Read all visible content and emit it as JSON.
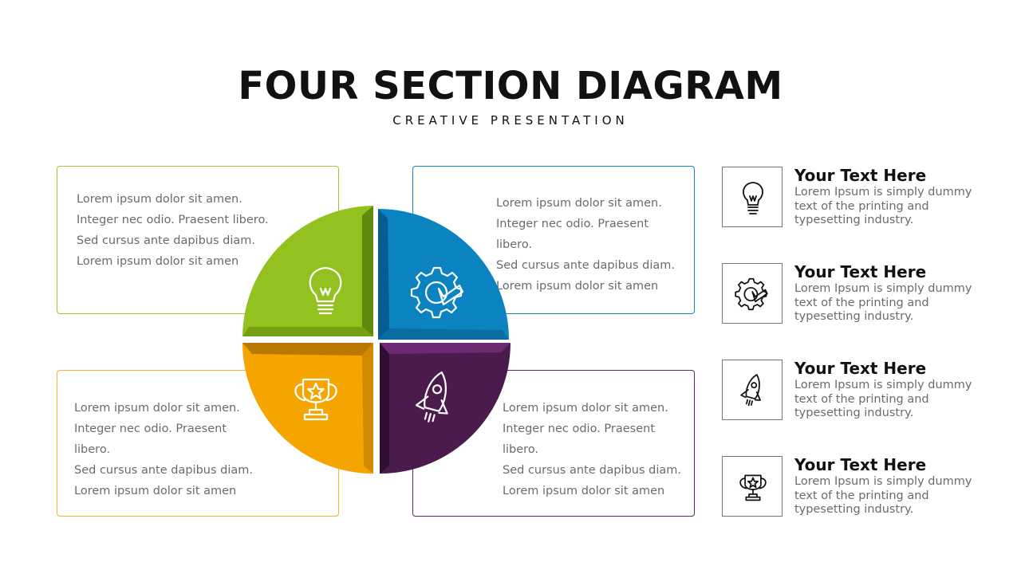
{
  "title": "FOUR SECTION DIAGRAM",
  "subtitle": "CREATIVE PRESENTATION",
  "colors": {
    "green": "#93c11f",
    "blue": "#0a83c0",
    "orange": "#f6a500",
    "purple": "#4b1b4e"
  },
  "sections": [
    {
      "color": "green",
      "icon": "lightbulb-icon",
      "lines": [
        "Lorem ipsum dolor sit amen.",
        "Integer nec odio. Praesent libero.",
        "Sed cursus ante dapibus diam.",
        "Lorem ipsum dolor sit amen"
      ]
    },
    {
      "color": "blue",
      "icon": "gear-icon",
      "lines": [
        "Lorem ipsum dolor sit amen.",
        "Integer nec odio. Praesent",
        "libero.",
        "Sed cursus ante dapibus diam.",
        "Lorem ipsum dolor sit amen"
      ]
    },
    {
      "color": "orange",
      "icon": "trophy-icon",
      "lines": [
        "Lorem ipsum dolor sit amen.",
        "Integer nec odio. Praesent",
        "libero.",
        "Sed cursus ante dapibus diam.",
        "Lorem ipsum dolor sit amen"
      ]
    },
    {
      "color": "purple",
      "icon": "rocket-icon",
      "lines": [
        "Lorem ipsum dolor sit amen.",
        "Integer nec odio. Praesent",
        "libero.",
        "Sed cursus ante dapibus diam.",
        "Lorem ipsum dolor sit amen"
      ]
    }
  ],
  "sidebar": [
    {
      "icon": "lightbulb-icon",
      "heading": "Your Text Here",
      "body": "Lorem Ipsum is simply dummy text of the printing and typesetting industry."
    },
    {
      "icon": "gear-icon",
      "heading": "Your Text Here",
      "body": "Lorem Ipsum is simply dummy text of the printing and typesetting industry."
    },
    {
      "icon": "rocket-icon",
      "heading": "Your Text Here",
      "body": "Lorem Ipsum is simply dummy text of the printing and typesetting industry."
    },
    {
      "icon": "trophy-icon",
      "heading": "Your Text Here",
      "body": "Lorem Ipsum is simply dummy text of the printing and typesetting industry."
    }
  ]
}
